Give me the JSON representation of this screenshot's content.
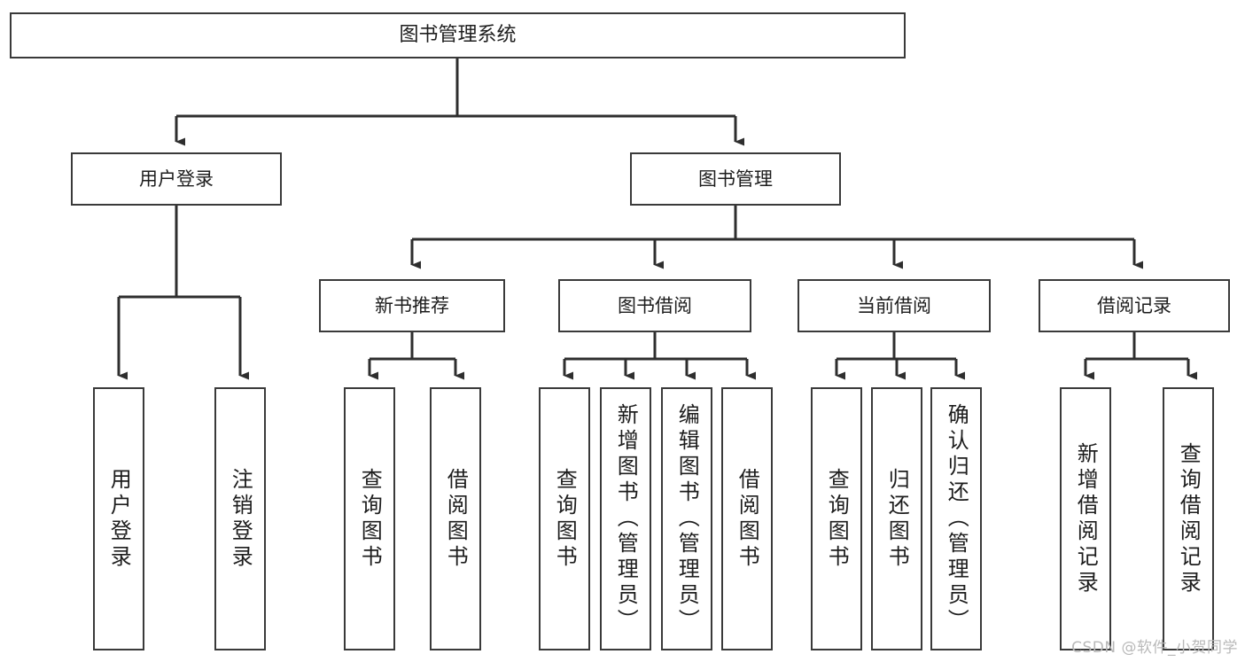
{
  "diagram": {
    "type": "tree",
    "title": "图书管理系统",
    "watermark": "CSDN @软件_小贺同学",
    "colors": {
      "box_border": "#3a3a3a",
      "box_fill": "#ffffff",
      "edge": "#2e2e2e",
      "text": "#1d1d1d",
      "watermark": "#b9b9b9"
    },
    "nodes": {
      "root": {
        "label": "图书管理系统"
      },
      "level1": [
        {
          "id": "user-login",
          "label": "用户登录"
        },
        {
          "id": "book-manage",
          "label": "图书管理"
        }
      ],
      "level2": [
        {
          "id": "new-book-recommend",
          "label": "新书推荐"
        },
        {
          "id": "book-borrow",
          "label": "图书借阅"
        },
        {
          "id": "current-borrow",
          "label": "当前借阅"
        },
        {
          "id": "borrow-record",
          "label": "借阅记录"
        }
      ],
      "leaves": {
        "user_login": [
          {
            "id": "leaf-user-login",
            "label": "用户登录"
          },
          {
            "id": "leaf-logout-login",
            "label": "注销登录"
          }
        ],
        "new_book_recommend": [
          {
            "id": "leaf-query-book-1",
            "label": "查询图书"
          },
          {
            "id": "leaf-borrow-book-1",
            "label": "借阅图书"
          }
        ],
        "book_borrow": [
          {
            "id": "leaf-query-book-2",
            "label": "查询图书"
          },
          {
            "id": "leaf-add-book-admin",
            "label": "新增图书（管理员）"
          },
          {
            "id": "leaf-edit-book-admin",
            "label": "编辑图书（管理员）"
          },
          {
            "id": "leaf-borrow-book-2",
            "label": "借阅图书"
          }
        ],
        "current_borrow": [
          {
            "id": "leaf-query-book-3",
            "label": "查询图书"
          },
          {
            "id": "leaf-return-book",
            "label": "归还图书"
          },
          {
            "id": "leaf-confirm-return-admin",
            "label": "确认归还（管理员）"
          }
        ],
        "borrow_record": [
          {
            "id": "leaf-add-borrow-record",
            "label": "新增借阅记录"
          },
          {
            "id": "leaf-query-borrow-record",
            "label": "查询借阅记录"
          }
        ]
      }
    }
  }
}
